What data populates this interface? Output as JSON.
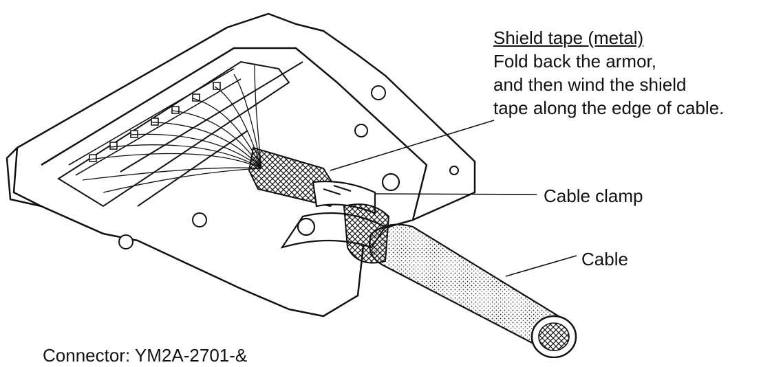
{
  "callouts": {
    "shield_tape": {
      "title": "Shield tape (metal)",
      "lines": [
        "Fold back the armor,",
        "and then wind the shield",
        "tape along the edge of cable."
      ]
    },
    "cable_clamp": "Cable clamp",
    "cable": "Cable"
  },
  "footer": {
    "connector_label": "Connector: YM2A-2701-&"
  }
}
